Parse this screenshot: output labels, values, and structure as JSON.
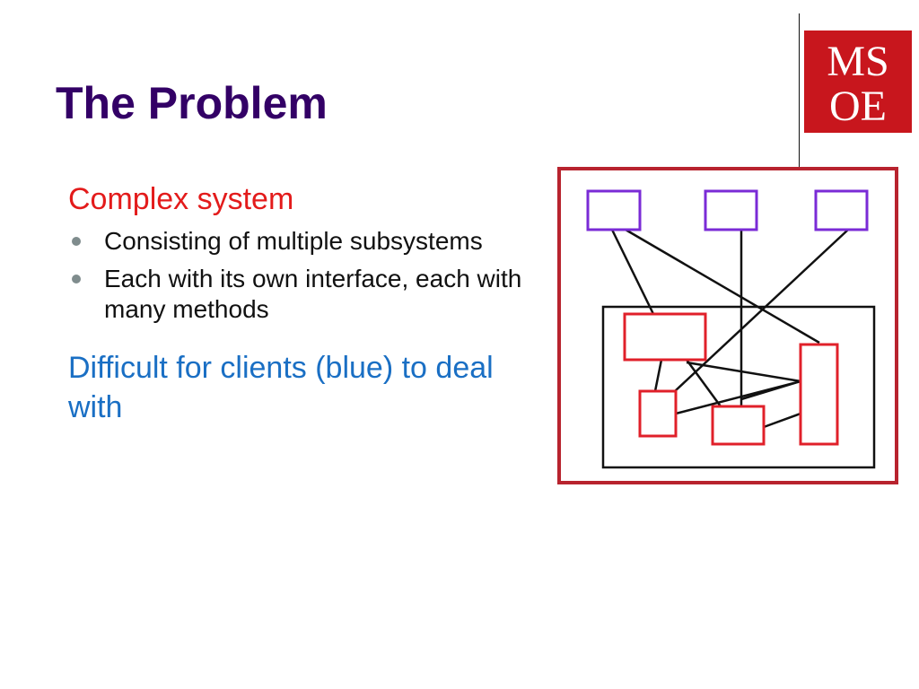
{
  "slide": {
    "title": "The Problem",
    "heading": "Complex system",
    "bullets": [
      "Consisting of multiple subsystems",
      "Each with its own interface, each with many methods"
    ],
    "conclusion": "Difficult for clients (blue) to deal with"
  },
  "logo": {
    "line1": "MS",
    "line2": "OE",
    "icon": "msoe-logo"
  },
  "colors": {
    "title": "#330066",
    "heading": "#e31b1b",
    "conclusion": "#1a6fc4",
    "frame": "#b8232e",
    "client_box": "#7a2bd6",
    "subsystem_box": "#e0202a",
    "logo_bg": "#c8161d"
  }
}
